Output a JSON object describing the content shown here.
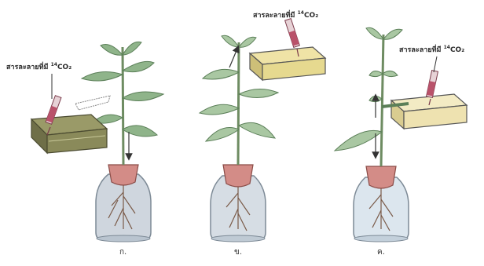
{
  "colors": {
    "leaf": "#8fb48a",
    "leaf_dark": "#5b7f58",
    "stem": "#6e8c62",
    "bottle": "#c9d4de",
    "bottle_outline": "#7d8a96",
    "stopper": "#d38c87",
    "box_a": "#8a8a5a",
    "box_b": "#e6d98f",
    "box_c": "#eee2b0",
    "syringe": "#b9526a",
    "arrow": "#333333"
  },
  "panels": [
    {
      "label_main": "สารละลายที่มี ",
      "label_super": "14",
      "label_tail": "CO₂",
      "caption": "ก."
    },
    {
      "label_main": "สารละลายที่มี ",
      "label_super": "14",
      "label_tail": "CO₂",
      "caption": "ข."
    },
    {
      "label_main": "สารละลายที่มี ",
      "label_super": "14",
      "label_tail": "CO₂",
      "caption": "ค."
    }
  ]
}
